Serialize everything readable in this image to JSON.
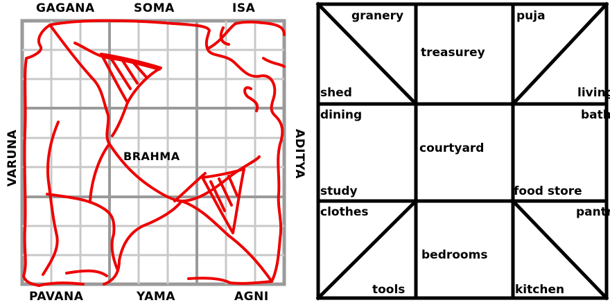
{
  "mandala": {
    "directions": {
      "top": [
        "GAGANA",
        "SOMA",
        "ISA"
      ],
      "bottom": [
        "PAVANA",
        "YAMA",
        "AGNI"
      ],
      "left": "VARUNA",
      "right": "ADITYA"
    },
    "center": "BRAHMA",
    "colors": {
      "grid_fine": "#c8c8c8",
      "grid_major": "#9a9a9a",
      "figure": "#ee0000"
    }
  },
  "rooms": {
    "granery": "granery",
    "treasurey": "treasurey",
    "puja": "puja",
    "shed": "shed",
    "living": "living",
    "dining": "dining",
    "bath": "bath",
    "courtyard": "courtyard",
    "study": "study",
    "food_store": "food store",
    "clothes": "clothes",
    "pantry": "pantry",
    "bedrooms": "bedrooms",
    "tools": "tools",
    "kitchen": "kitchen"
  }
}
